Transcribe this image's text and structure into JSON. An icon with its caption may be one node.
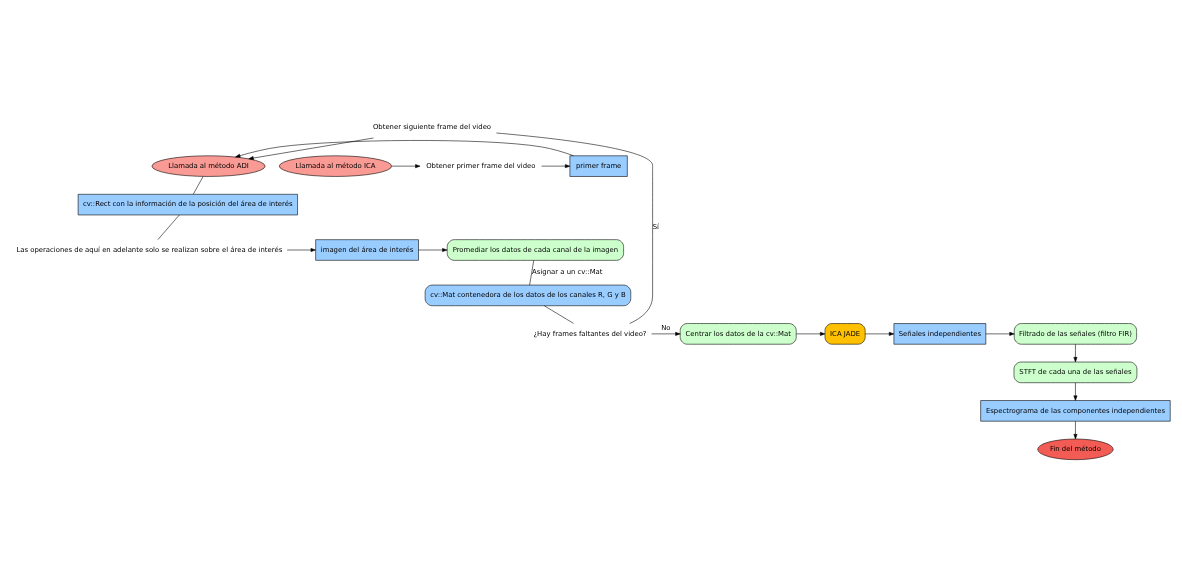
{
  "diagram": {
    "nodes": [
      {
        "text": [
          "Obtener siguiente frame del video"
        ]
      },
      {
        "text": [
          "Llamada al método ICA"
        ]
      },
      {
        "text": [
          "Obtener primer frame del video"
        ]
      },
      {
        "text": [
          "primer frame"
        ]
      },
      {
        "text": [
          "Llamada al método ADI"
        ]
      },
      {
        "text": [
          "cv::Rect con la información de la posición del área de interés"
        ]
      },
      {
        "text": [
          "Las operaciones de aquí en adelante solo se realizan sobre el área de interés"
        ]
      },
      {
        "text": [
          "imagen del área de interés"
        ]
      },
      {
        "text": [
          "Promediar los datos de cada canal de la imagen"
        ]
      },
      {
        "text": [
          "cv::Mat contenedora de los datos de los canales R, G y B"
        ]
      },
      {
        "text": [
          "¿Hay frames faltantes del video?"
        ]
      },
      {
        "text": [
          "Centrar los datos de la cv::Mat"
        ]
      },
      {
        "text": [
          "ICA JADE"
        ]
      },
      {
        "text": [
          "Señales independientes"
        ]
      },
      {
        "text": [
          "Filtrado de las señales (filtro FIR)"
        ]
      },
      {
        "text": [
          "STFT de cada una de las señales"
        ]
      },
      {
        "text": [
          "Espectrograma de las componentes independientes"
        ]
      },
      {
        "text": [
          "Fin del método"
        ]
      }
    ],
    "edges": [
      {
        "from": 1,
        "to": 2,
        "arrow": "to"
      },
      {
        "from": 2,
        "to": 3,
        "arrow": "to"
      },
      {
        "from": 3,
        "to": 4,
        "arrow": "to"
      },
      {
        "from": 4,
        "to": 5,
        "arrow": "none"
      },
      {
        "from": 5,
        "to": 6,
        "arrow": "none"
      },
      {
        "from": 6,
        "to": 7,
        "arrow": "to"
      },
      {
        "from": 7,
        "to": 8,
        "arrow": "to"
      },
      {
        "from": 8,
        "to": 9,
        "arrow": "none",
        "label": "Asignar a un cv::Mat"
      },
      {
        "from": 9,
        "to": 10,
        "arrow": "none"
      },
      {
        "from": 10,
        "to": 11,
        "arrow": "to",
        "label": "No"
      },
      {
        "from": 10,
        "to": 0,
        "arrow": "none",
        "label": "Sí"
      },
      {
        "from": 0,
        "to": 4,
        "arrow": "to"
      },
      {
        "from": 11,
        "to": 12,
        "arrow": "to"
      },
      {
        "from": 12,
        "to": 13,
        "arrow": "to"
      },
      {
        "from": 13,
        "to": 14,
        "arrow": "to"
      },
      {
        "from": 14,
        "to": 15,
        "arrow": "to"
      },
      {
        "from": 15,
        "to": 16,
        "arrow": "to"
      },
      {
        "from": 16,
        "to": 17,
        "arrow": "to"
      }
    ]
  }
}
